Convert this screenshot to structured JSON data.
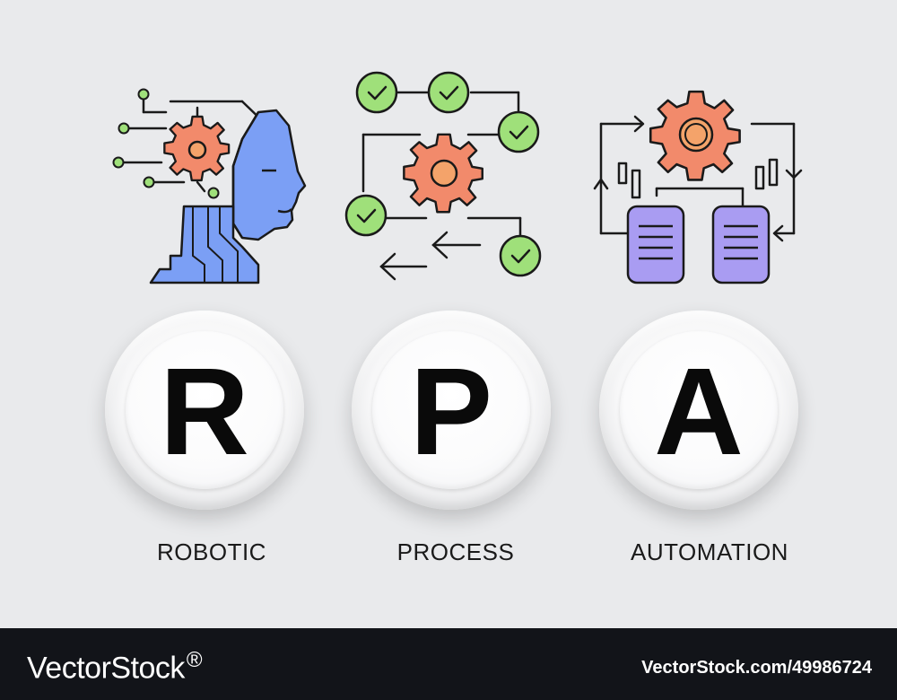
{
  "letters": [
    {
      "letter": "R",
      "caption": "ROBOTIC"
    },
    {
      "letter": "P",
      "caption": "PROCESS"
    },
    {
      "letter": "A",
      "caption": "AUTOMATION"
    }
  ],
  "icons": [
    "ai-head-gear-icon",
    "process-flow-checklist-icon",
    "automation-cycle-documents-icon"
  ],
  "colors": {
    "background": "#e9eaec",
    "gear": "#f28a6b",
    "gear_center": "#f4a36a",
    "head": "#7b9ff5",
    "check": "#9fe07a",
    "document": "#a99cf2",
    "outline": "#1a1a1a",
    "footer": "#121419"
  },
  "footer": {
    "brand": "VectorStock",
    "brand_mark": "®",
    "stock_id": "VectorStock.com/49986724"
  }
}
